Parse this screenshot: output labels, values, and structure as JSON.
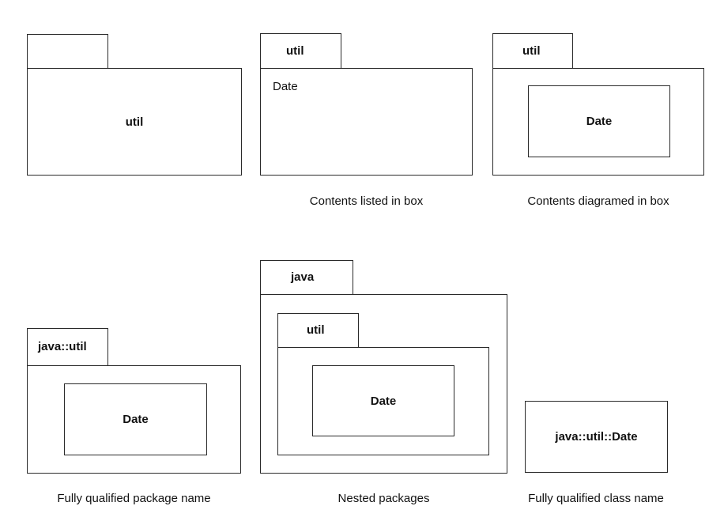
{
  "diagrams": {
    "plain": {
      "name": "util"
    },
    "listed": {
      "tab": "util",
      "content": "Date",
      "caption": "Contents listed in box"
    },
    "diagramed": {
      "tab": "util",
      "class": "Date",
      "caption": "Contents diagramed in box"
    },
    "qualified_package": {
      "tab": "java::util",
      "class": "Date",
      "caption": "Fully qualified package name"
    },
    "nested": {
      "outer_tab": "java",
      "inner_tab": "util",
      "class": "Date",
      "caption": "Nested packages"
    },
    "qualified_class": {
      "class": "java::util::Date",
      "caption": "Fully qualified class name"
    }
  }
}
